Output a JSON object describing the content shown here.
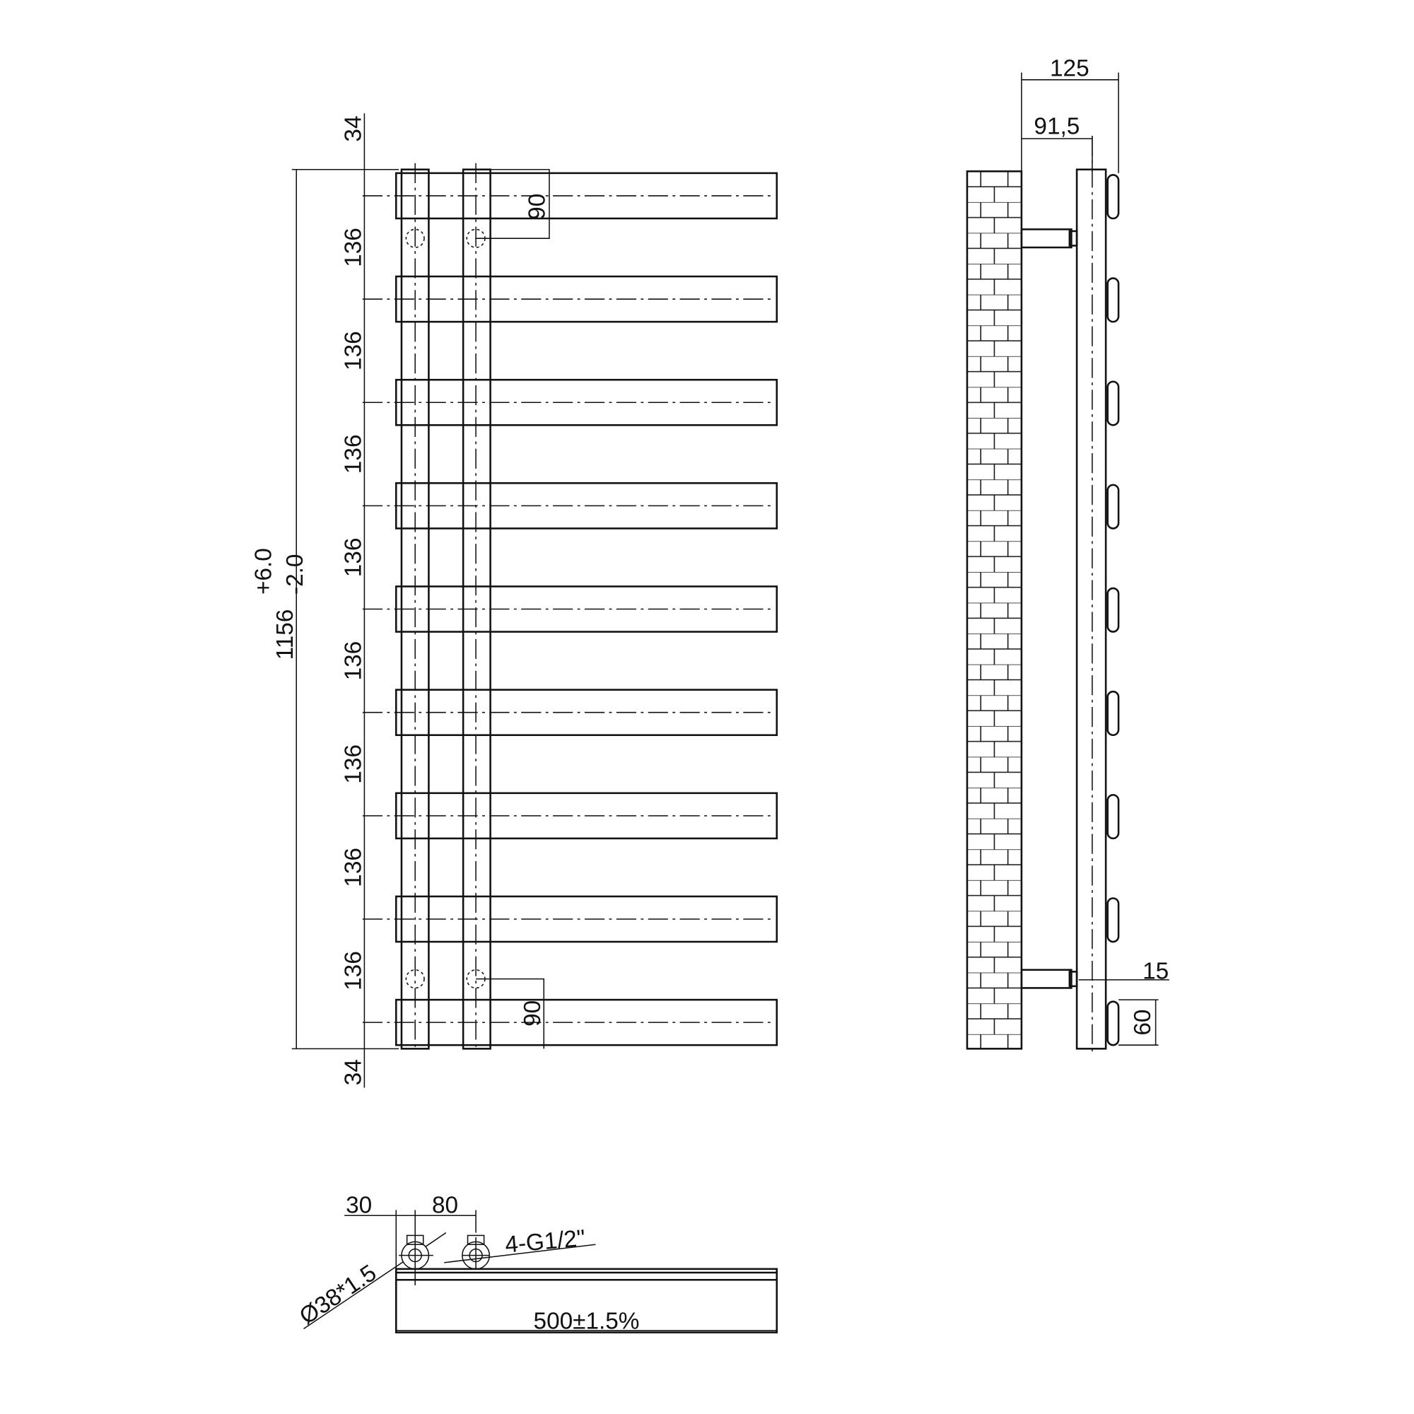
{
  "front_view": {
    "overall_height": "1156",
    "tolerance_upper": "+6.0",
    "tolerance_lower": "-2.0",
    "top_offset": "34",
    "bottom_offset": "34",
    "bar_pitch_labels": [
      "136",
      "136",
      "136",
      "136",
      "136",
      "136",
      "136",
      "136"
    ],
    "connection_top": "90",
    "connection_bottom": "90",
    "bar_count": 9
  },
  "side_view": {
    "total_depth": "125",
    "wall_to_center": "91,5",
    "offset": "15",
    "bar_height": "60"
  },
  "bottom_view": {
    "edge_to_pipe": "30",
    "pipe_spacing": "80",
    "connection_thread": "4-G1/2\"",
    "pipe_size": "Ø38*1.5",
    "width": "500±1.5%"
  }
}
